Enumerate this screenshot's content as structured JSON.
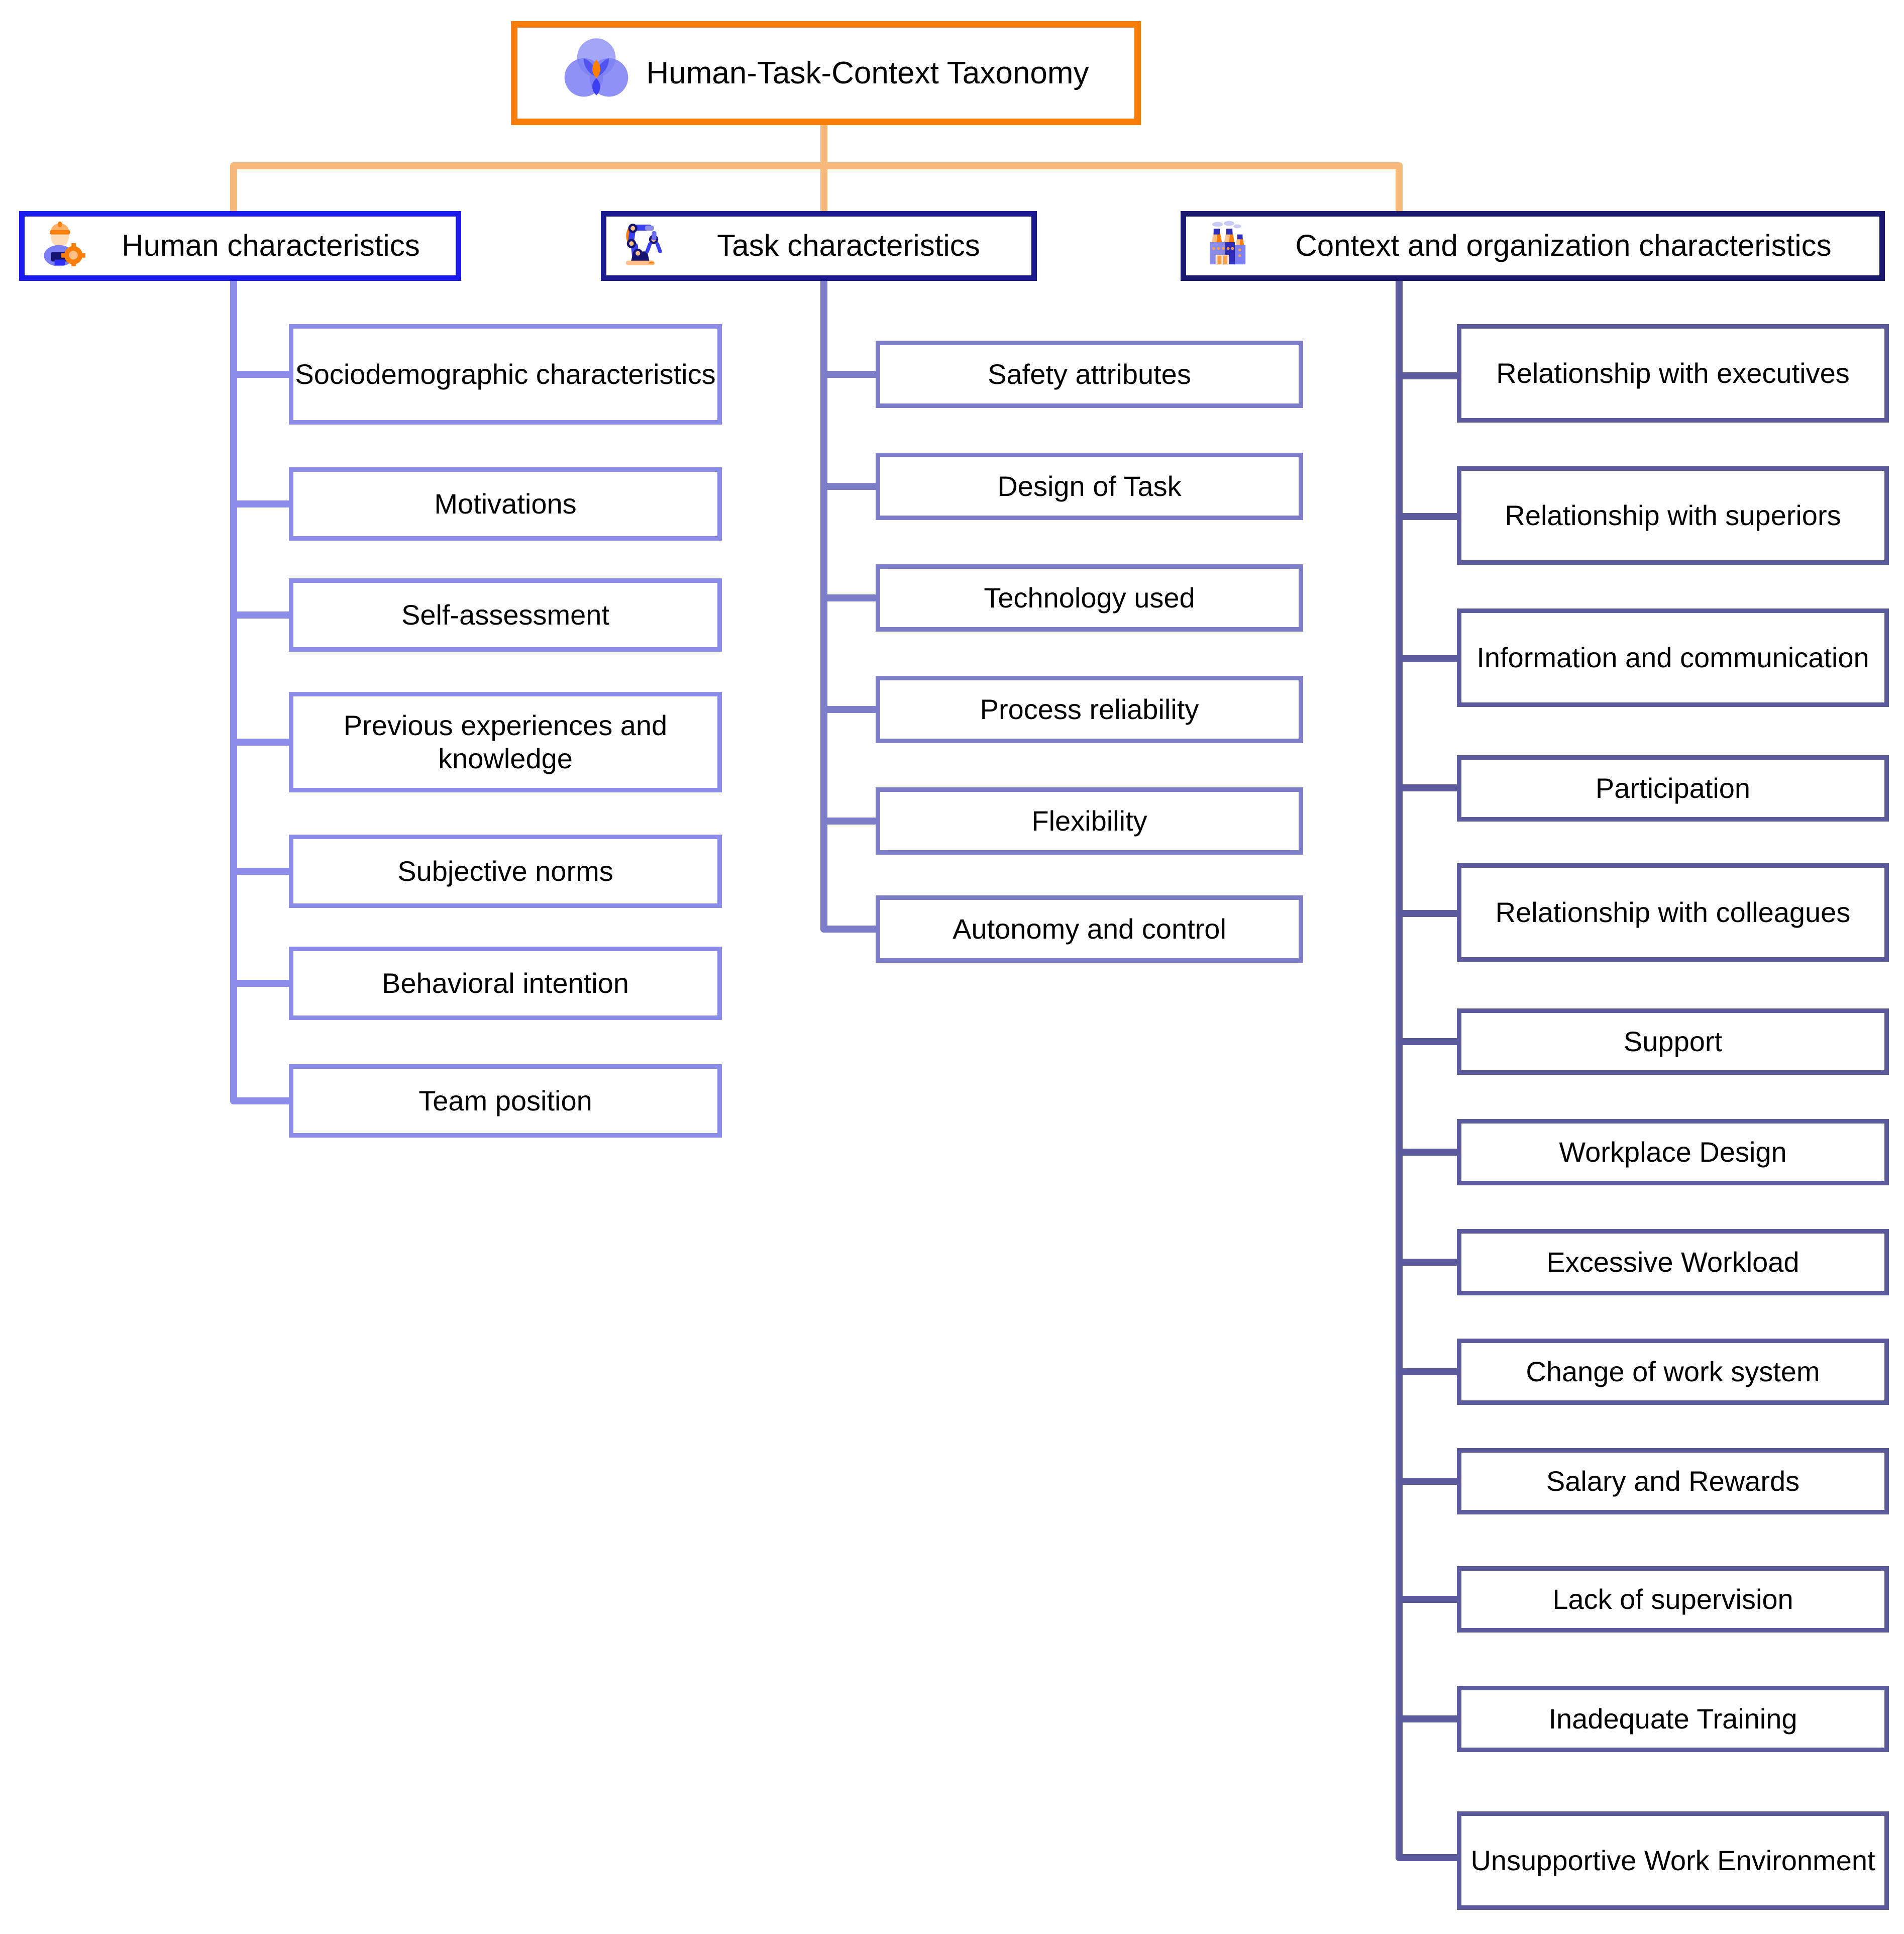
{
  "diagram": {
    "type": "tree-taxonomy",
    "title": "Human-Task-Context Taxonomy",
    "root": {
      "label": "Human-Task-Context Taxonomy",
      "icon": "venn-diagram-icon",
      "border_color": "#f97d09"
    },
    "colors": {
      "root_border": "#f97d09",
      "root_connector": "#f9b97a",
      "human_border": "#1b1bf0",
      "human_leaf_border": "#8b8cea",
      "task_border": "#1a1a8e",
      "task_leaf_border": "#7c7cc9",
      "context_border": "#191970",
      "context_leaf_border": "#5b5b9e",
      "text": "#000000",
      "background": "#ffffff"
    },
    "branches": [
      {
        "id": "human",
        "label": "Human characteristics",
        "icon": "worker-gear-icon",
        "border_color": "#1b1bf0",
        "leaf_border_color": "#8b8cea",
        "children": [
          {
            "label": "Sociodemographic characteristics"
          },
          {
            "label": "Motivations"
          },
          {
            "label": "Self-assessment"
          },
          {
            "label": "Previous experiences and knowledge"
          },
          {
            "label": "Subjective norms"
          },
          {
            "label": "Behavioral intention"
          },
          {
            "label": "Team position"
          }
        ]
      },
      {
        "id": "task",
        "label": "Task characteristics",
        "icon": "robot-arm-icon",
        "border_color": "#1a1a8e",
        "leaf_border_color": "#7c7cc9",
        "children": [
          {
            "label": "Safety attributes"
          },
          {
            "label": "Design of Task"
          },
          {
            "label": "Technology used"
          },
          {
            "label": "Process reliability"
          },
          {
            "label": "Flexibility"
          },
          {
            "label": "Autonomy and control"
          }
        ]
      },
      {
        "id": "context",
        "label": "Context and organization characteristics",
        "icon": "factory-icon",
        "border_color": "#191970",
        "leaf_border_color": "#5b5b9e",
        "children": [
          {
            "label": "Relationship with executives"
          },
          {
            "label": "Relationship with superiors"
          },
          {
            "label": "Information and communication"
          },
          {
            "label": "Participation"
          },
          {
            "label": "Relationship with colleagues"
          },
          {
            "label": "Support"
          },
          {
            "label": "Workplace Design"
          },
          {
            "label": "Excessive Workload"
          },
          {
            "label": "Change of work system"
          },
          {
            "label": "Salary and Rewards"
          },
          {
            "label": "Lack of supervision"
          },
          {
            "label": "Inadequate Training"
          },
          {
            "label": "Unsupportive Work Environment"
          }
        ]
      }
    ]
  }
}
